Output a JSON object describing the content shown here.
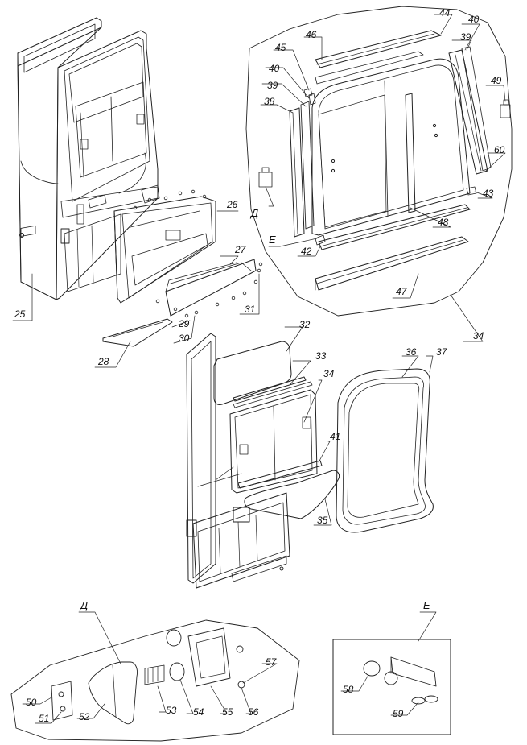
{
  "diagram": {
    "callouts": [
      {
        "id": "25",
        "text": "25"
      },
      {
        "id": "26",
        "text": "26"
      },
      {
        "id": "27",
        "text": "27"
      },
      {
        "id": "28",
        "text": "28"
      },
      {
        "id": "29",
        "text": "29"
      },
      {
        "id": "30",
        "text": "30"
      },
      {
        "id": "31",
        "text": "31"
      },
      {
        "id": "32",
        "text": "32"
      },
      {
        "id": "33",
        "text": "33"
      },
      {
        "id": "34a",
        "text": "34"
      },
      {
        "id": "34b",
        "text": "34"
      },
      {
        "id": "35",
        "text": "35"
      },
      {
        "id": "36",
        "text": "36"
      },
      {
        "id": "37",
        "text": "37"
      },
      {
        "id": "38",
        "text": "38"
      },
      {
        "id": "39a",
        "text": "39"
      },
      {
        "id": "39b",
        "text": "39"
      },
      {
        "id": "40a",
        "text": "40"
      },
      {
        "id": "40b",
        "text": "40"
      },
      {
        "id": "41",
        "text": "41"
      },
      {
        "id": "42",
        "text": "42"
      },
      {
        "id": "43",
        "text": "43"
      },
      {
        "id": "44",
        "text": "44"
      },
      {
        "id": "45",
        "text": "45"
      },
      {
        "id": "46",
        "text": "46"
      },
      {
        "id": "47",
        "text": "47"
      },
      {
        "id": "48",
        "text": "48"
      },
      {
        "id": "49",
        "text": "49"
      },
      {
        "id": "50",
        "text": "50"
      },
      {
        "id": "51",
        "text": "51"
      },
      {
        "id": "52",
        "text": "52"
      },
      {
        "id": "53",
        "text": "53"
      },
      {
        "id": "54",
        "text": "54"
      },
      {
        "id": "55",
        "text": "55"
      },
      {
        "id": "56",
        "text": "56"
      },
      {
        "id": "57",
        "text": "57"
      },
      {
        "id": "58",
        "text": "58"
      },
      {
        "id": "59",
        "text": "59"
      },
      {
        "id": "60",
        "text": "60"
      }
    ],
    "view_labels": {
      "D_inset": "Д",
      "E_inset": "Е",
      "D_ref": "Д",
      "E_ref": "Е"
    }
  }
}
